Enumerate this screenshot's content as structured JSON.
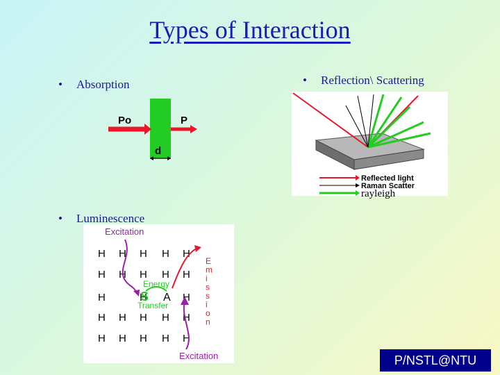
{
  "title": "Types of Interaction",
  "bullets": {
    "absorption": "Absorption",
    "reflection": "Reflection\\ Scattering",
    "luminescence": "Luminescence",
    "symbol": "•"
  },
  "absorption_figure": {
    "p0": "Po",
    "p": "P",
    "d": "d"
  },
  "reflection_figure": {
    "legend": [
      "Reflected light",
      "Raman Scatter",
      "rayleigh"
    ]
  },
  "luminescence_figure": {
    "excitation_top": "Excitation",
    "excitation_bottom": "Excitation",
    "energy": "Energy",
    "transfer": "Transfer",
    "s": "S",
    "a": "A",
    "h": "H",
    "emission_letters": [
      "E",
      "m",
      "i",
      "s",
      "s",
      "i",
      "o",
      "n"
    ]
  },
  "footer": "P/NSTL@NTU",
  "colors": {
    "title": "#1a1ab8",
    "green": "#22cc22",
    "red": "#e8182a",
    "purple": "#9b1fa8",
    "footer_bg": "#00008b"
  }
}
